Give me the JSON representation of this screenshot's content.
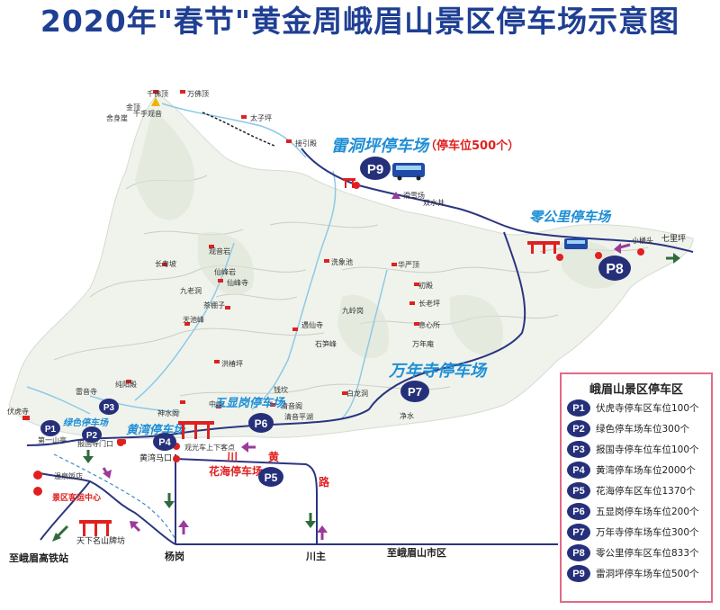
{
  "title": "2020年\"春节\"黄金周峨眉山景区停车场示意图",
  "colors": {
    "title": "#1f3f93",
    "road": "#2b3580",
    "badge": "#26307a",
    "park_label": "#1e8ed6",
    "red": "#e02020",
    "river": "#8ec9e6",
    "arrow_green": "#2f6b3a",
    "arrow_purple": "#9b3a9b"
  },
  "parking_labels": {
    "p9": "雷洞坪停车场",
    "p9_capacity": "（停车位500个）",
    "p8": "零公里停车场",
    "p7": "万年寺停车场",
    "p6": "五显岗停车场",
    "p5": "花海停车场",
    "p4": "黄湾停车场",
    "p2": "绿色停车场"
  },
  "badges": {
    "p1": "P1",
    "p2": "P2",
    "p3": "P3",
    "p4": "P4",
    "p5": "P5",
    "p6": "P6",
    "p7": "P7",
    "p8": "P8",
    "p9": "P9"
  },
  "places": {
    "qianfoding": "千佛顶",
    "wanfoding": "万佛顶",
    "jinding": "金顶",
    "qianshoujing": "千手观音",
    "shesheyan": "舍身崖",
    "taiziping": "太子坪",
    "jieyindian": "接引殿",
    "huaxuechang": "滑雪场",
    "shuangshuijing": "双水井",
    "xiaoleitou": "小楼头",
    "qiliping": "七里坪",
    "guanyinsi": "观音岩",
    "changshoupo": "长寿坡",
    "xianfengyan": "仙峰岩",
    "xianfengsi": "仙峰寺",
    "jiulaodong": "九老洞",
    "chachuzi": "茶棚子",
    "tianchifeng": "天池峰",
    "xixiangchi": "洗象池",
    "huayanding": "华严顶",
    "chudian": "初殿",
    "jiulingang": "九岭岗",
    "changlaoping": "长老坪",
    "yuxianshi": "遇仙寺",
    "shisunfeng": "石笋峰",
    "xixinsuo": "息心所",
    "wannianan": "万年庵",
    "hongchunping": "洪椿坪",
    "chunyangdian": "纯阳殿",
    "leiyinsi": "雷音寺",
    "fuhusi": "伏虎寺",
    "diyishanting": "第一山亭",
    "shenshuige": "神水阁",
    "zhongfeng": "中峰",
    "qingyinge": "清音阁",
    "qingyinpinghu": "清音平湖",
    "bailongdong": "白龙洞",
    "jingshui": "净水",
    "qianyin": "钱坎",
    "baoguosi": "报国寺门口",
    "huangwanmakou": "黄湾马口",
    "guandaoche": "观光车上下客点",
    "wenquanfandian": "温泉饭店",
    "jingquyunying": "景区客运中心",
    "tianxiamingshan": "天下名山牌坊",
    "yanggang": "杨岗",
    "chuanzhu": "川主"
  },
  "road_labels": {
    "huang": "黄",
    "chuan": "川",
    "lu": "路"
  },
  "edge_labels": {
    "to_railway": "至峨眉高铁站",
    "to_city": "至峨眉山市区"
  },
  "legend": {
    "title": "峨眉山景区停车区",
    "items": [
      {
        "badge": "P1",
        "text": "伏虎寺停车区车位100个"
      },
      {
        "badge": "P2",
        "text": "绿色停车场车位300个"
      },
      {
        "badge": "P3",
        "text": "报国寺停车位车位100个"
      },
      {
        "badge": "P4",
        "text": "黄湾停车场车位2000个"
      },
      {
        "badge": "P5",
        "text": "花海停车区车位1370个"
      },
      {
        "badge": "P6",
        "text": "五显岗停车场车位200个"
      },
      {
        "badge": "P7",
        "text": "万年寺停车场车位300个"
      },
      {
        "badge": "P8",
        "text": "零公里停车区车位833个"
      },
      {
        "badge": "P9",
        "text": "雷洞坪停车场车位500个"
      }
    ]
  }
}
